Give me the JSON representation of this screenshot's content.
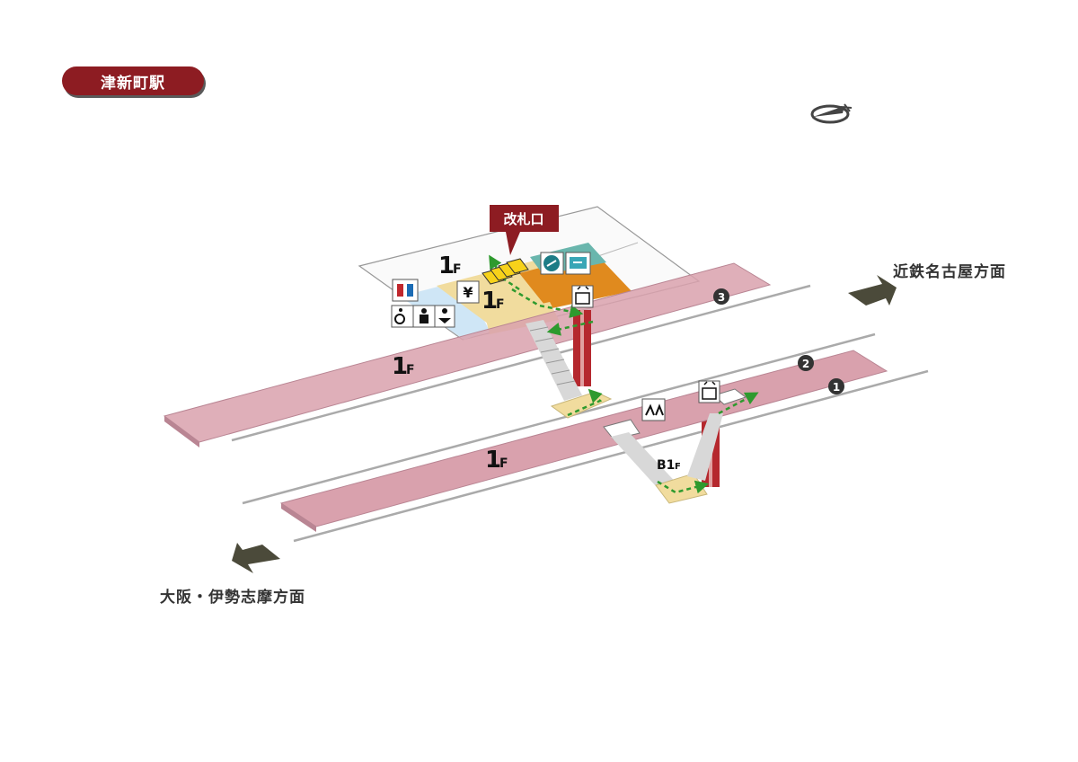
{
  "station_name": "津新町駅",
  "gate_label": "改札口",
  "directions": {
    "nagoya": "近鉄名古屋方面",
    "osaka": "大阪・伊勢志摩方面"
  },
  "floors": {
    "concourse_1f_a": "1",
    "concourse_1f_a_suffix": "F",
    "concourse_1f_b": "1",
    "concourse_1f_b_suffix": "F",
    "platform_3_1f": "1",
    "platform_3_1f_suffix": "F",
    "platform_12_1f": "1",
    "platform_12_1f_suffix": "F",
    "underpass_b1f": "B1",
    "underpass_b1f_suffix": "F"
  },
  "platforms": [
    "3",
    "2",
    "1"
  ],
  "icons": {
    "restroom": "restroom-icon",
    "ticket": "ticket-machine-icon",
    "accessible": "wheelchair-icon",
    "ostomate": "ostomate-icon",
    "baby": "baby-care-icon",
    "elevator": "elevator-icon",
    "fare_adjust": "fare-adjustment-icon",
    "ic_card": "ic-card-icon",
    "waiting": "waiting-room-icon",
    "compass": "compass-icon"
  },
  "colors": {
    "brand": "#8d1c22",
    "platform": "#d9a1ad",
    "concourse": "#f1dc9e",
    "gate_area": "#e08a1e",
    "arrow": "#4b4a3a",
    "route": "#2e9a2e"
  }
}
